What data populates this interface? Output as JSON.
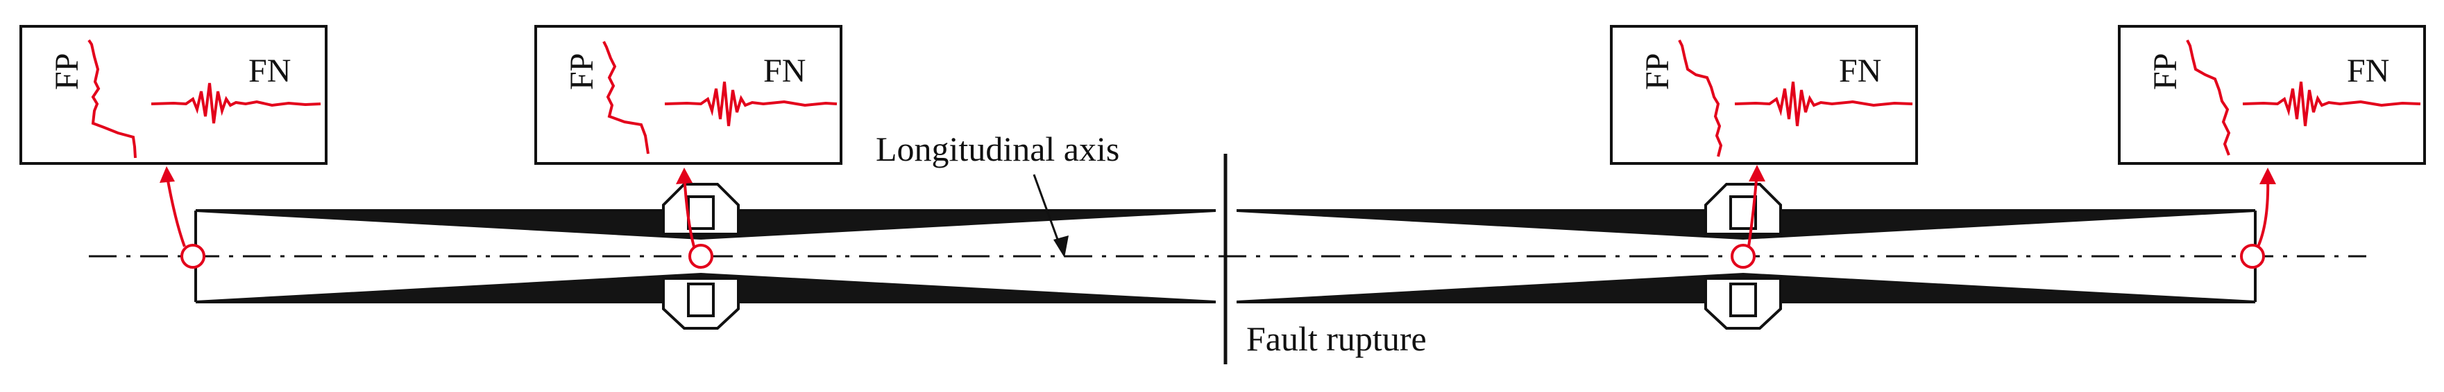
{
  "labels": {
    "fp": "FP",
    "fn": "FN",
    "longitudinal_axis": "Longitudinal axis",
    "fault_rupture": "Fault rupture"
  },
  "colors": {
    "signal": "#e3001b",
    "line": "#111111"
  }
}
